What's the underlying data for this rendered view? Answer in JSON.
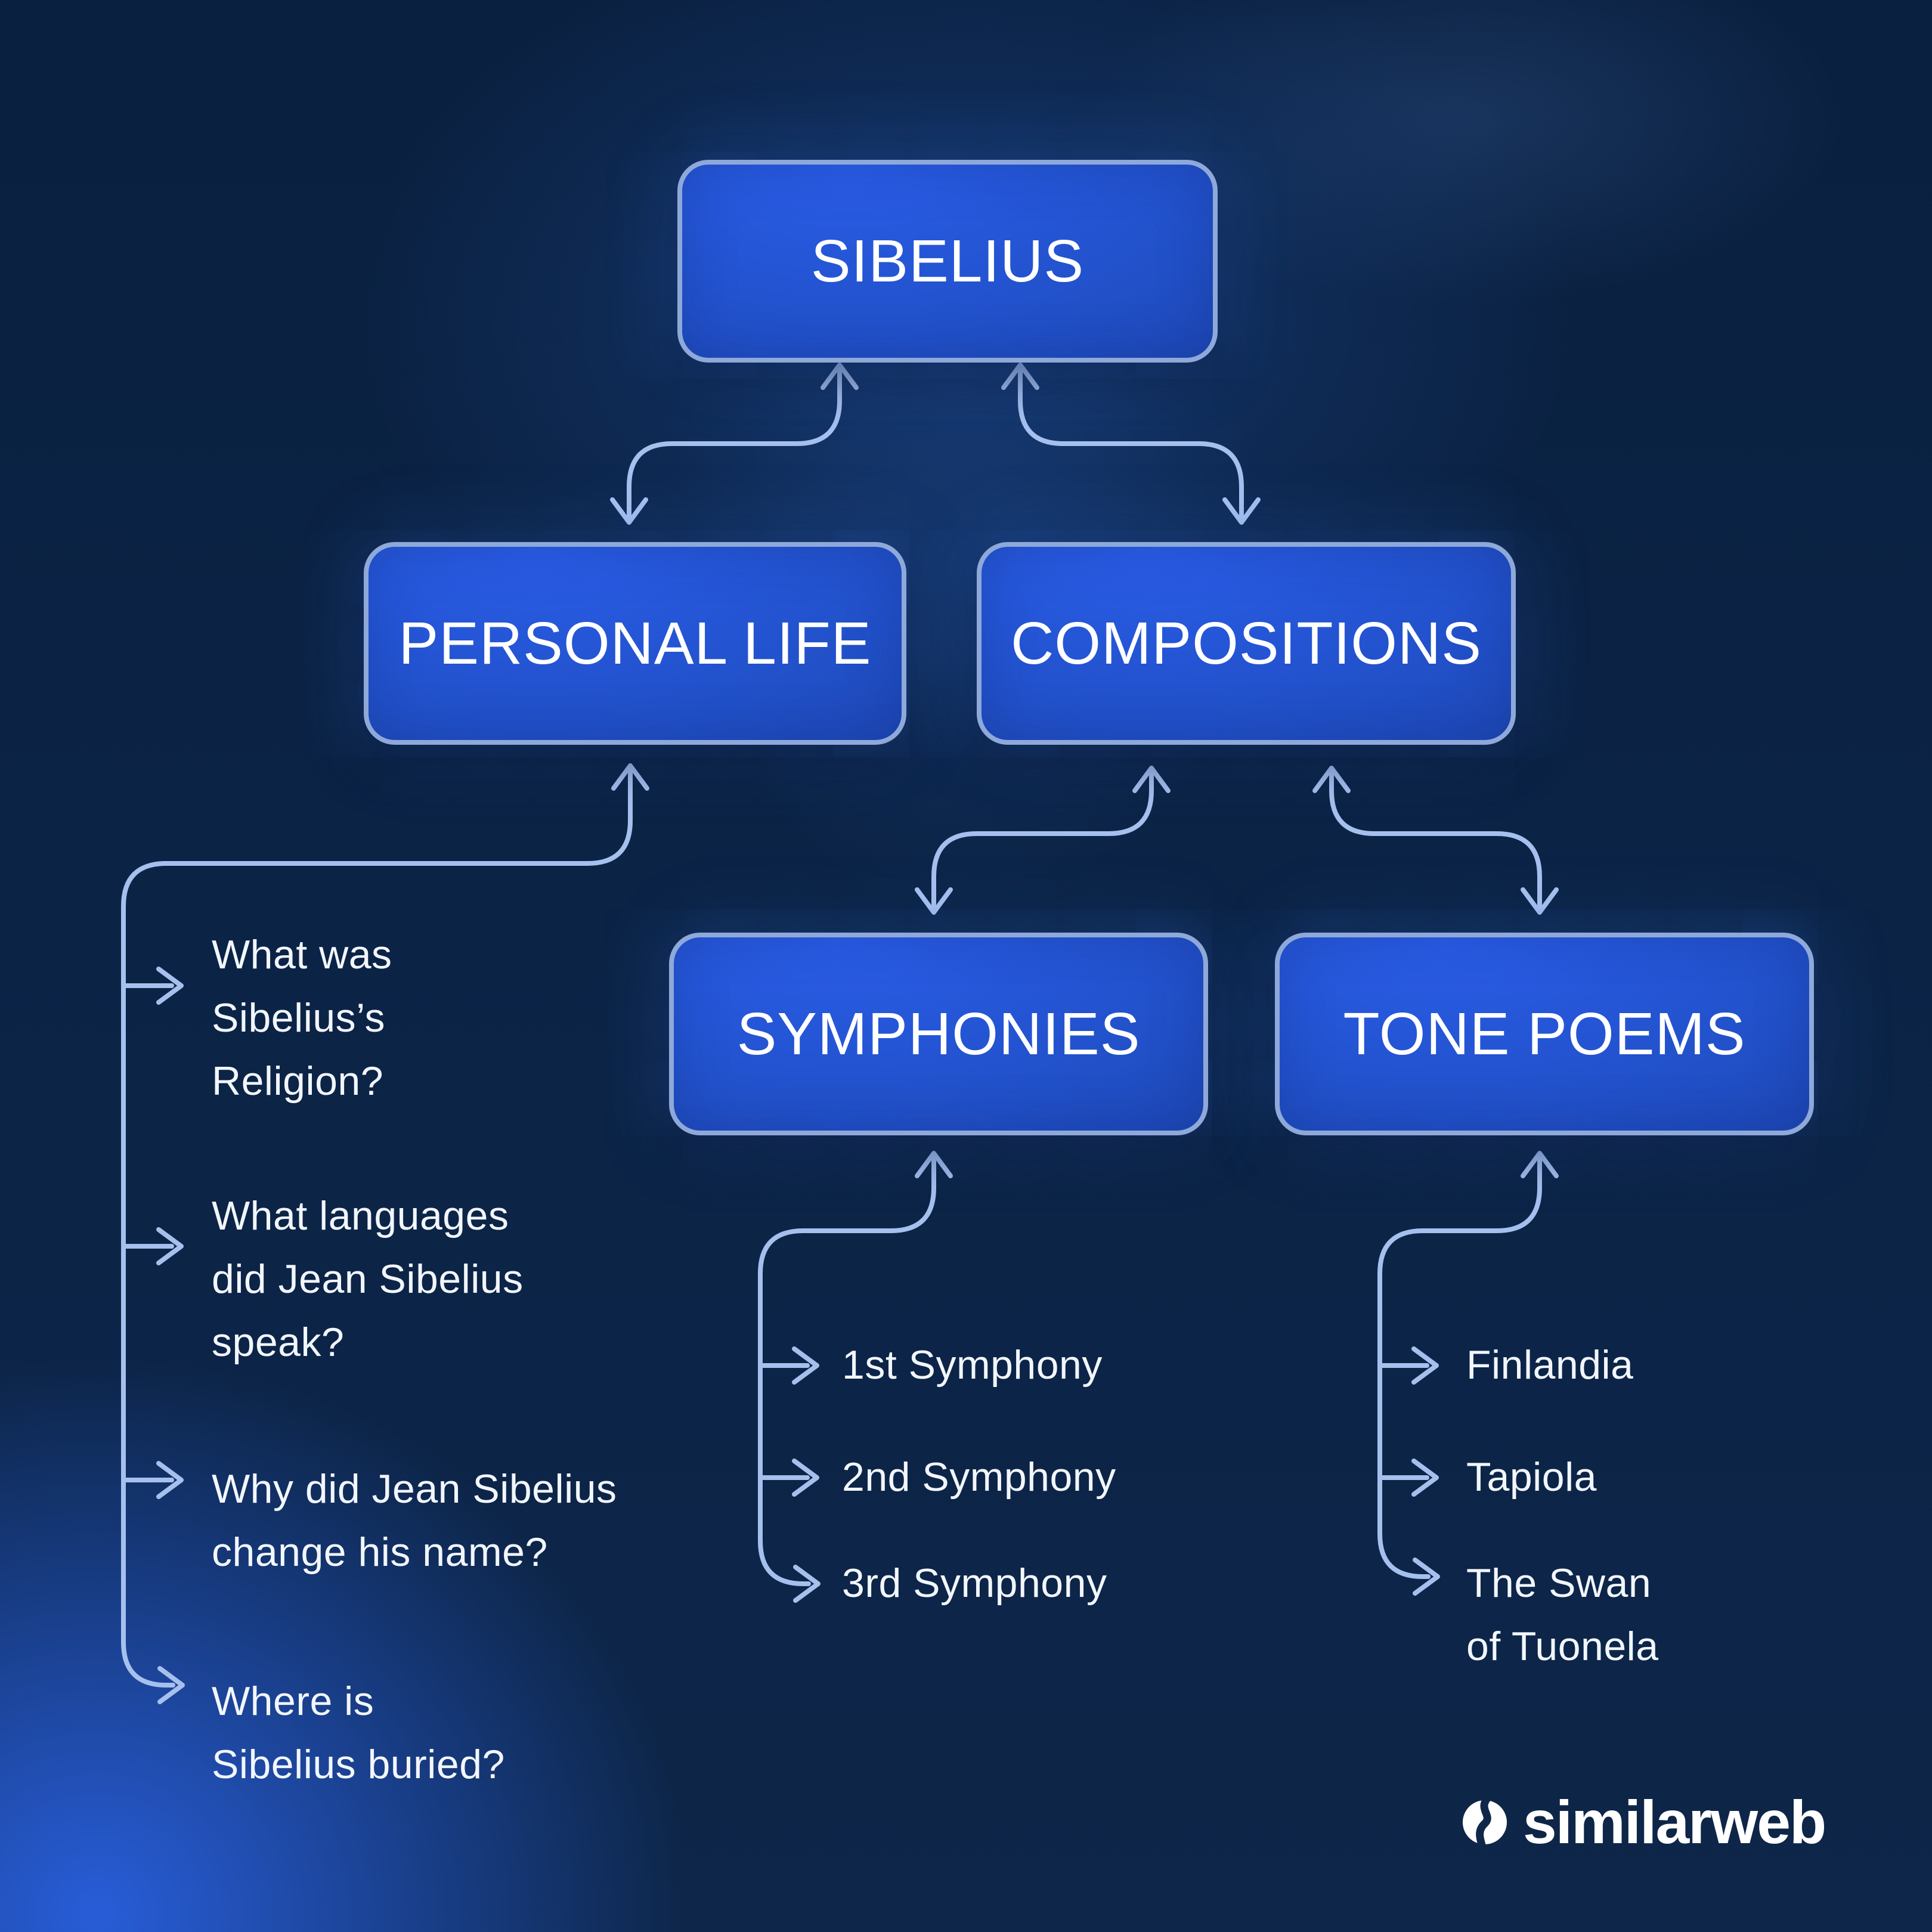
{
  "title": "Sibelius mind map infographic",
  "colors": {
    "background_top": "#0a2040",
    "background_bottom": "#0d2649",
    "glow_bottom_left": "#2b63e8",
    "node_fill_light": "#2a5de8",
    "node_fill_dark": "#1b41a6",
    "node_border": "#8ea9d9",
    "connector": "#a6c0ee",
    "text": "#ffffff"
  },
  "nodes": {
    "root": {
      "label": "SIBELIUS"
    },
    "personal_life": {
      "label": "PERSONAL LIFE"
    },
    "compositions": {
      "label": "COMPOSITIONS"
    },
    "symphonies": {
      "label": "SYMPHONIES"
    },
    "tone_poems": {
      "label": "TONE POEMS"
    }
  },
  "personal_life": {
    "questions": [
      {
        "lines": [
          "What was",
          "Sibelius’s",
          "Religion?"
        ]
      },
      {
        "lines": [
          "What languages",
          "did Jean Sibelius",
          "speak?"
        ]
      },
      {
        "lines": [
          "Why did Jean Sibelius",
          "change his name?"
        ]
      },
      {
        "lines": [
          "Where is",
          "Sibelius buried?"
        ]
      }
    ]
  },
  "symphonies": {
    "items": [
      {
        "lines": [
          "1st Symphony"
        ]
      },
      {
        "lines": [
          "2nd Symphony"
        ]
      },
      {
        "lines": [
          "3rd Symphony"
        ]
      }
    ]
  },
  "tone_poems": {
    "items": [
      {
        "lines": [
          "Finlandia"
        ]
      },
      {
        "lines": [
          "Tapiola"
        ]
      },
      {
        "lines": [
          "The Swan",
          "of Tuonela"
        ]
      }
    ]
  },
  "branding": {
    "logo_text": "similarweb",
    "logo_icon": "similarweb-drop-icon"
  }
}
